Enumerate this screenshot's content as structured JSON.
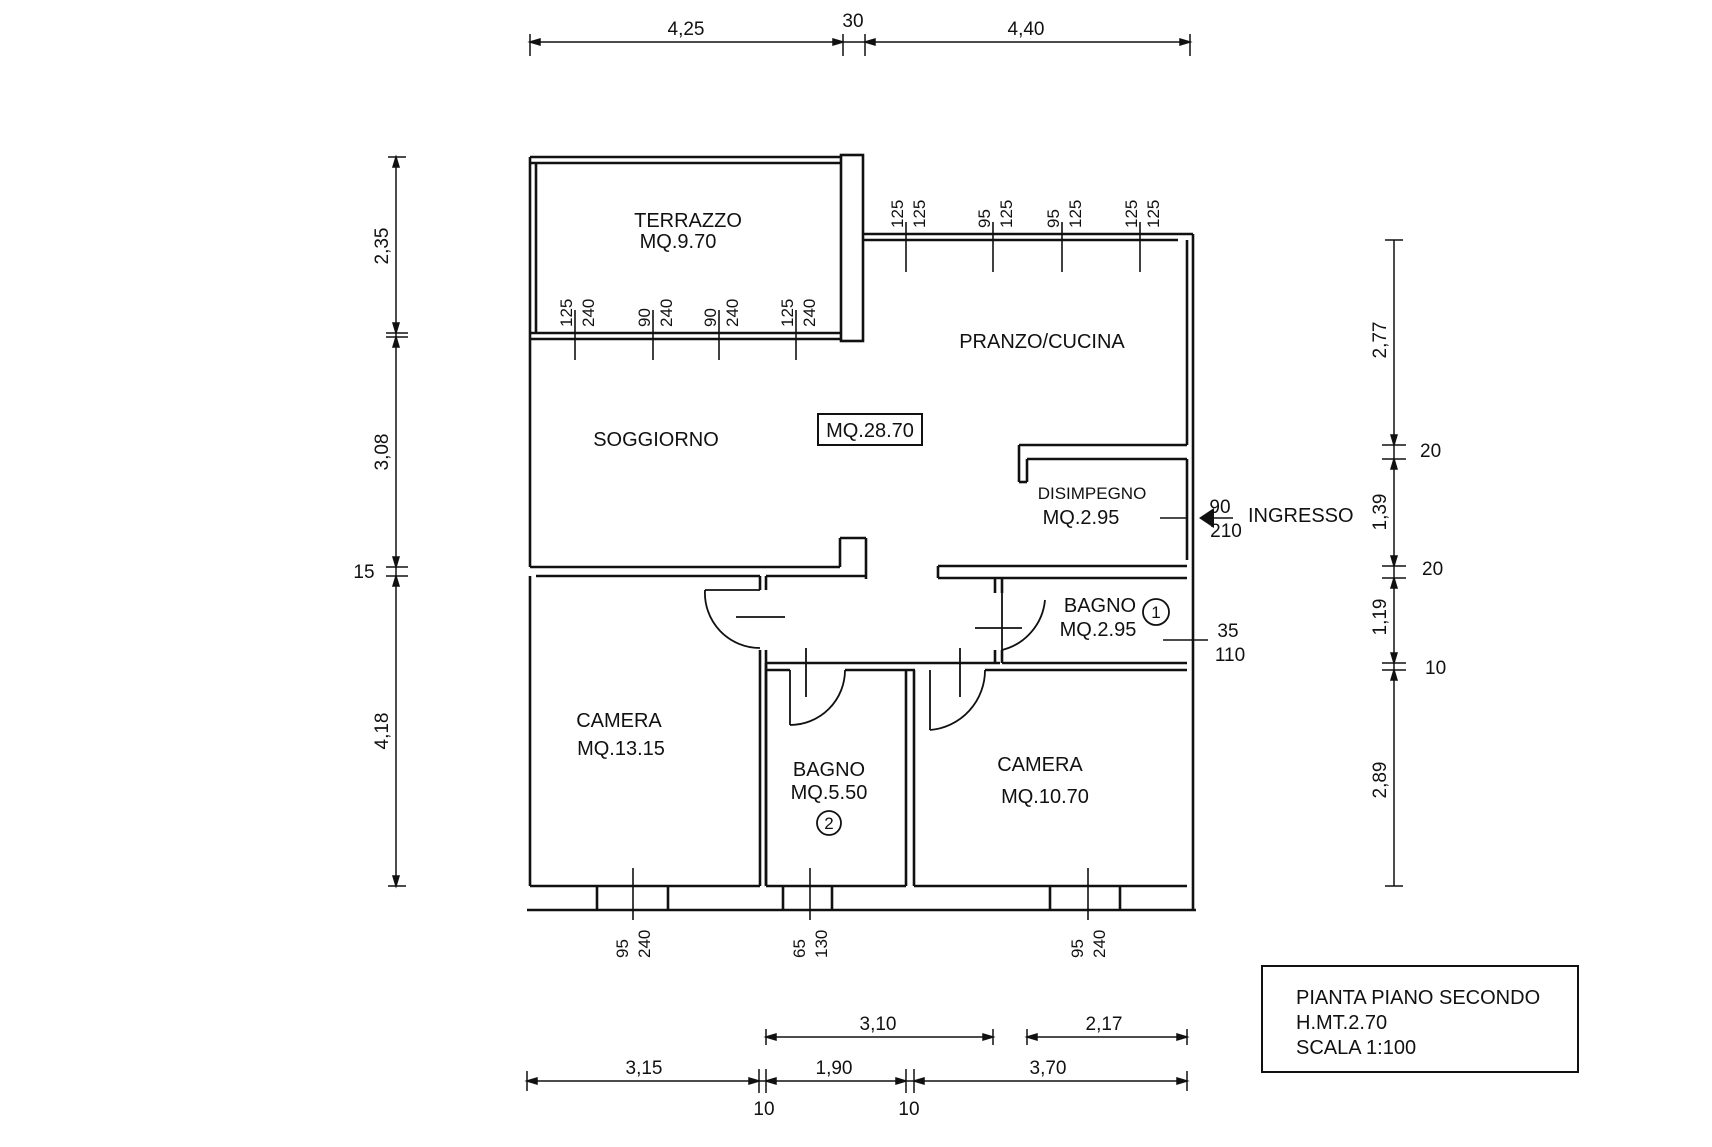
{
  "rooms": {
    "terrazzo": {
      "name": "TERRAZZO",
      "area": "MQ.9.70"
    },
    "pranzo": {
      "name": "PRANZO/CUCINA"
    },
    "soggiorno": {
      "name": "SOGGIORNO",
      "area": "MQ.28.70"
    },
    "disimpegno": {
      "name": "DISIMPEGNO",
      "area": "MQ.2.95"
    },
    "bagno1": {
      "name": "BAGNO",
      "area": "MQ.2.95",
      "marker": "1"
    },
    "camera1": {
      "name": "CAMERA",
      "area": "MQ.13.15"
    },
    "bagno2": {
      "name": "BAGNO",
      "area": "MQ.5.50",
      "marker": "2"
    },
    "camera2": {
      "name": "CAMERA",
      "area": "MQ.10.70"
    }
  },
  "entrance": {
    "label": "INGRESSO",
    "w": "90",
    "h": "210"
  },
  "bagno1_window": {
    "w": "35",
    "h": "110"
  },
  "top_dims": {
    "a": "4,25",
    "b": "30",
    "c": "4,40"
  },
  "left_dims": {
    "a": "2,35",
    "b": "3,08",
    "c": "15",
    "d": "4,18"
  },
  "right_dims": {
    "a": "2,77",
    "b": "20",
    "c": "1,39",
    "d": "20",
    "e": "1,19",
    "f": "10",
    "g": "2,89"
  },
  "bottom_dims": {
    "r1a": "3,10",
    "r1b": "2,17",
    "r2a": "3,15",
    "r2b": "1,90",
    "r2c": "3,70",
    "t1": "10",
    "t2": "10"
  },
  "openings": {
    "o1": {
      "w": "125",
      "h": "125"
    },
    "o2": {
      "w": "95",
      "h": "125"
    },
    "o3": {
      "w": "95",
      "h": "125"
    },
    "o4": {
      "w": "125",
      "h": "125"
    },
    "o5": {
      "w": "125",
      "h": "240"
    },
    "o6": {
      "w": "90",
      "h": "240"
    },
    "o7": {
      "w": "90",
      "h": "240"
    },
    "o8": {
      "w": "125",
      "h": "240"
    },
    "o9": {
      "w": "95",
      "h": "240"
    },
    "o10": {
      "w": "65",
      "h": "130"
    },
    "o11": {
      "w": "95",
      "h": "240"
    }
  },
  "legend": {
    "line1": "PIANTA PIANO SECONDO",
    "line2": "H.MT.2.70",
    "line3": "SCALA 1:100"
  }
}
